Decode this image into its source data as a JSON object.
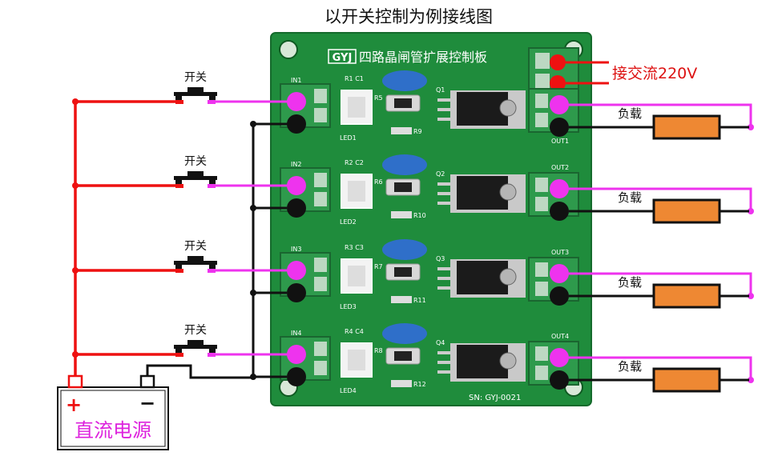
{
  "title": "以开关控制为例接线图",
  "board": {
    "logo": "GYJ",
    "name": "四路晶闸管扩展控制板",
    "serial": "SN: GYJ-0021",
    "channels": [
      {
        "input": "IN1",
        "led": "LED1",
        "resistors": "R1  C1",
        "transistor": "Q1",
        "out": "OUT1",
        "r_side": "R5",
        "r_bottom": "R9"
      },
      {
        "input": "IN2",
        "led": "LED2",
        "resistors": "R2  C2",
        "transistor": "Q2",
        "out": "OUT2",
        "r_side": "R6",
        "r_bottom": "R10"
      },
      {
        "input": "IN3",
        "led": "LED3",
        "resistors": "R3  C3",
        "transistor": "Q3",
        "out": "OUT3",
        "r_side": "R7",
        "r_bottom": "R11"
      },
      {
        "input": "IN4",
        "led": "LED4",
        "resistors": "R4  C4",
        "transistor": "Q4",
        "out": "OUT4",
        "r_side": "R8",
        "r_bottom": "R12"
      }
    ]
  },
  "switch_label": "开关",
  "load_label": "负载",
  "ac_label": "接交流220V",
  "power": {
    "label": "直流电源",
    "plus": "+",
    "minus": "−"
  },
  "colors": {
    "board": "#1f8c3c",
    "dc_positive_wire": "#ee1111",
    "signal_wire": "#ee33ee",
    "ground_wire": "#111111",
    "load": "#ee8833",
    "ac_label": "#dd1111",
    "power_label": "#dd22dd"
  }
}
